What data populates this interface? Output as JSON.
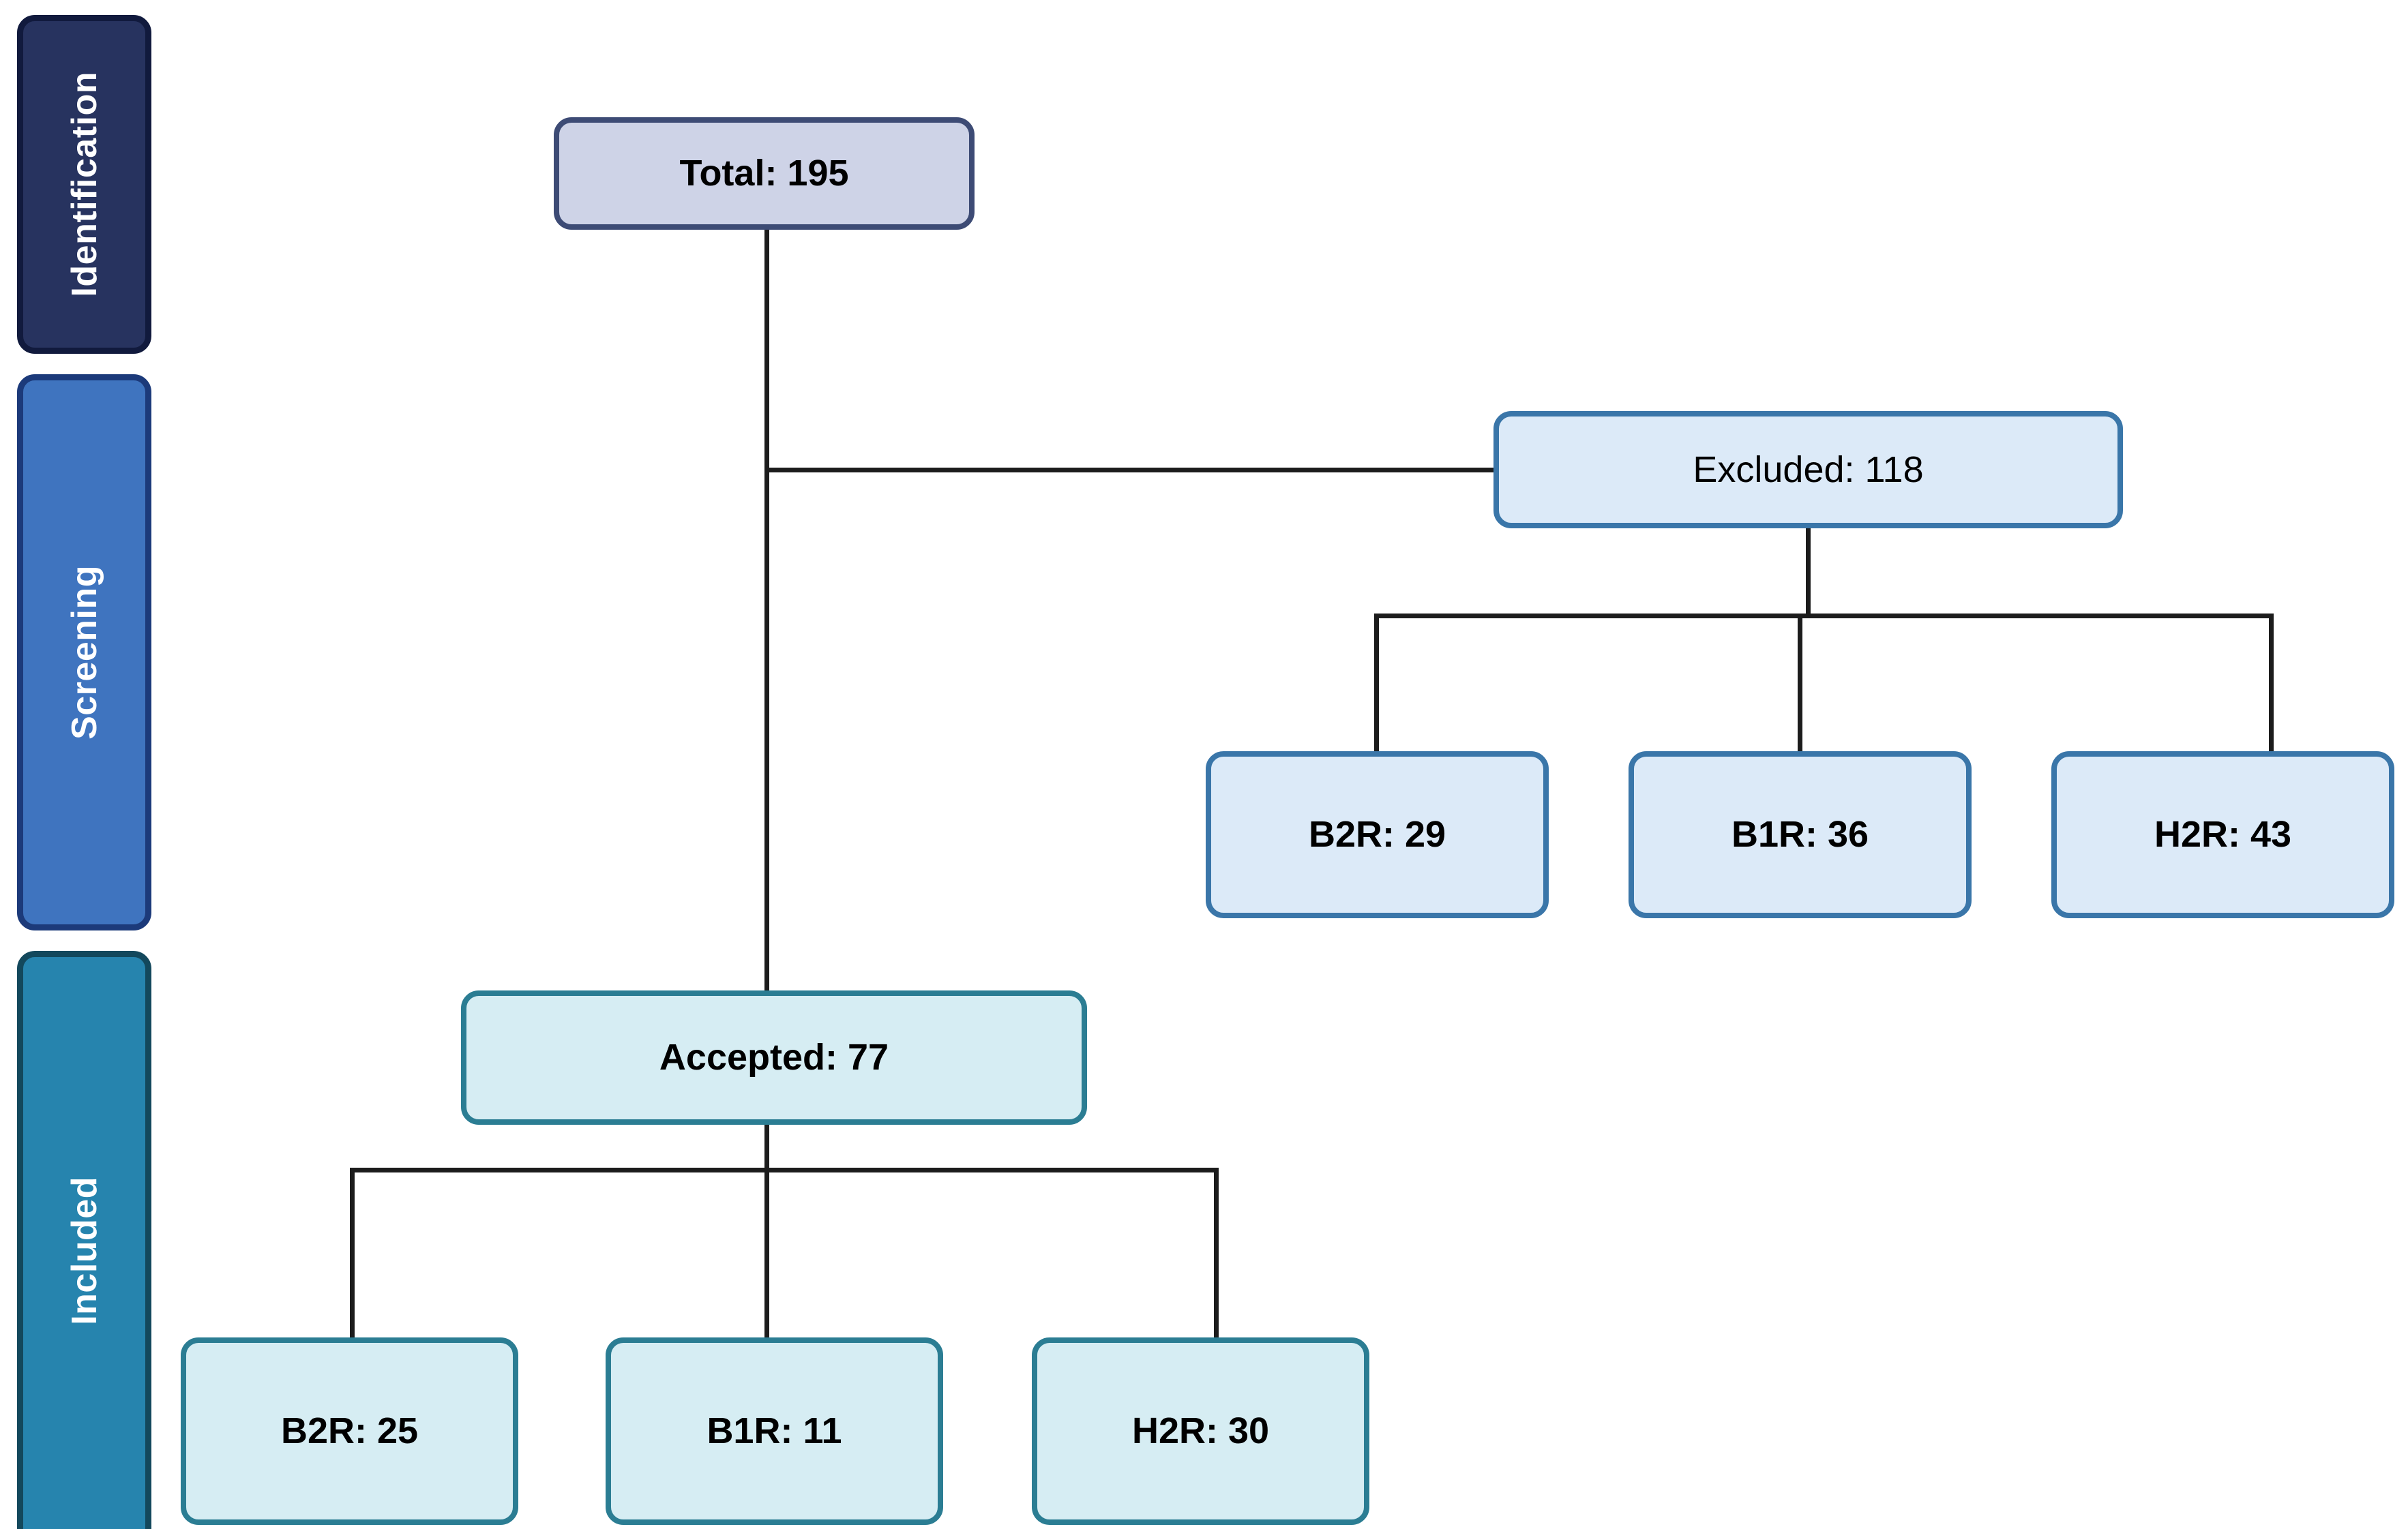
{
  "diagram": {
    "type": "prisma-flow-diagram",
    "phases": [
      {
        "id": "identification",
        "label": "Identification",
        "background": "#27335f",
        "border": "#111a3d"
      },
      {
        "id": "screening",
        "label": "Screening",
        "background": "#3f74bf",
        "border": "#1c3a7a"
      },
      {
        "id": "included",
        "label": "Included",
        "background": "#2684ae",
        "border": "#13485c"
      }
    ],
    "nodes": {
      "total": {
        "label": "Total: 195",
        "count": 195,
        "phase": "identification",
        "fill": "#ced3e7",
        "border": "#3d4b75"
      },
      "excluded": {
        "label": "Excluded: 118",
        "count": 118,
        "phase": "screening",
        "fill": "#dceaf8",
        "border": "#3a76a9"
      },
      "excluded_b2r": {
        "label": "B2R: 29",
        "count": 29,
        "phase": "screening",
        "fill": "#dceaf8",
        "border": "#3a76a9"
      },
      "excluded_b1r": {
        "label": "B1R: 36",
        "count": 36,
        "phase": "screening",
        "fill": "#dceaf8",
        "border": "#3a76a9"
      },
      "excluded_h2r": {
        "label": "H2R: 43",
        "count": 43,
        "phase": "screening",
        "fill": "#dceaf8",
        "border": "#3a76a9"
      },
      "accepted": {
        "label": "Accepted: 77",
        "count": 77,
        "phase": "included",
        "fill": "#d6edf3",
        "border": "#2b7d93"
      },
      "accepted_b2r": {
        "label": "B2R: 25",
        "count": 25,
        "phase": "included",
        "fill": "#d6edf3",
        "border": "#2b7d93"
      },
      "accepted_b1r": {
        "label": "B1R: 11",
        "count": 11,
        "phase": "included",
        "fill": "#d6edf3",
        "border": "#2b7d93"
      },
      "accepted_h2r": {
        "label": "H2R: 30",
        "count": 30,
        "phase": "included",
        "fill": "#d6edf3",
        "border": "#2b7d93"
      }
    },
    "edges": [
      {
        "from": "total",
        "to": "excluded"
      },
      {
        "from": "total",
        "to": "accepted"
      },
      {
        "from": "excluded",
        "to": "excluded_b2r"
      },
      {
        "from": "excluded",
        "to": "excluded_b1r"
      },
      {
        "from": "excluded",
        "to": "excluded_h2r"
      },
      {
        "from": "accepted",
        "to": "accepted_b2r"
      },
      {
        "from": "accepted",
        "to": "accepted_b1r"
      },
      {
        "from": "accepted",
        "to": "accepted_h2r"
      }
    ],
    "connector_color": "#1c1c1c",
    "canvas_background": "#ffffff"
  }
}
